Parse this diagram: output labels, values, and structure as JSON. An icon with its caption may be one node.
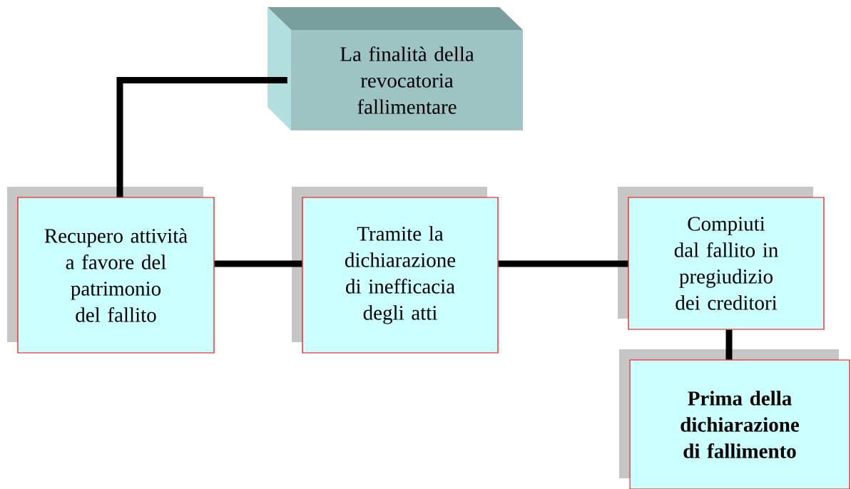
{
  "diagram": {
    "nodes": [
      {
        "text": [
          "La finalità della revocatoria fallimentare"
        ]
      },
      {
        "text": [
          "Recupero attività a favore del patrimonio del fallito"
        ]
      },
      {
        "text": [
          "Tramite la dichiarazione di inefficacia degli atti"
        ]
      },
      {
        "text": [
          "Compiuti dal fallito in pregiudizio dei creditori"
        ]
      },
      {
        "text": [
          "Prima della dichiarazione di fallimento"
        ]
      }
    ],
    "edges": [
      {
        "from": 0,
        "to": 1,
        "arrow": "none"
      },
      {
        "from": 1,
        "to": 2,
        "arrow": "none"
      },
      {
        "from": 2,
        "to": 3,
        "arrow": "none"
      },
      {
        "from": 3,
        "to": 4,
        "arrow": "none"
      }
    ]
  }
}
